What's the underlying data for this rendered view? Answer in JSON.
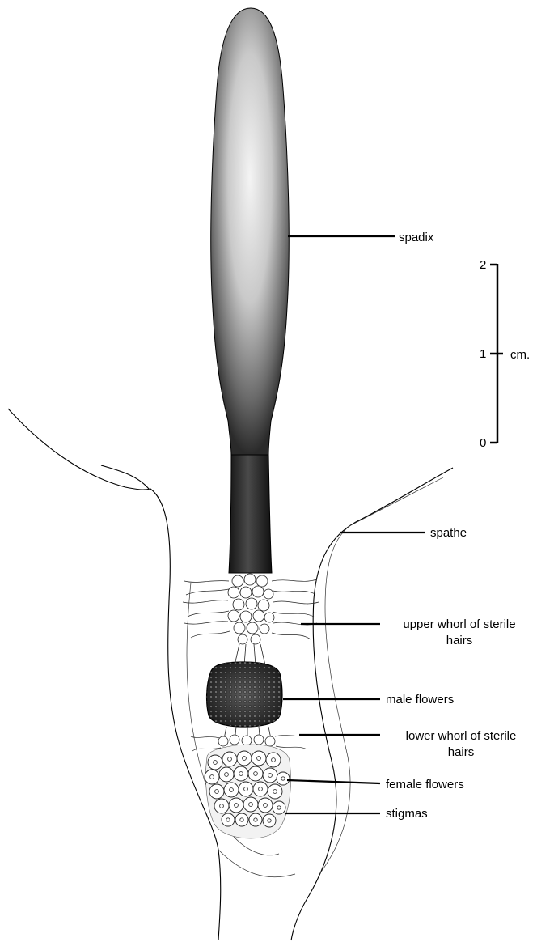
{
  "labels": {
    "spadix": "spadix",
    "spathe": "spathe",
    "upper_whorl_line1": "upper whorl of sterile",
    "upper_whorl_line2": "hairs",
    "male_flowers": "male flowers",
    "lower_whorl_line1": "lower whorl of sterile",
    "lower_whorl_line2": "hairs",
    "female_flowers": "female flowers",
    "stigmas": "stigmas"
  },
  "scale_bar": {
    "ticks": [
      "2",
      "1",
      "0"
    ],
    "unit": "cm."
  }
}
